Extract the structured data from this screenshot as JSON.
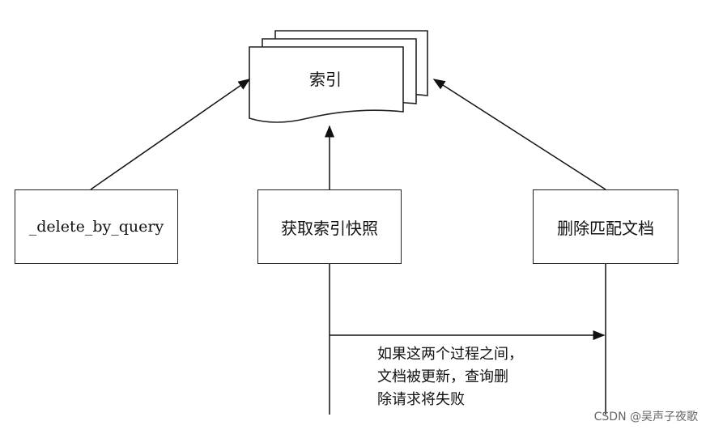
{
  "index_doc": {
    "label": "索引"
  },
  "boxes": {
    "delete_by_query": "_delete_by_query",
    "snapshot": "获取索引快照",
    "remove": "删除匹配文档"
  },
  "note": {
    "lines": [
      "如果这两个过程之间，",
      "文档被更新，查询删",
      "除请求将失败"
    ]
  },
  "watermark": "CSDN @吴声子夜歌"
}
